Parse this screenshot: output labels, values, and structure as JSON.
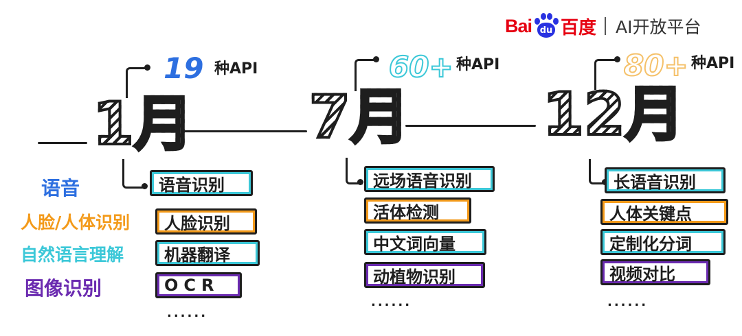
{
  "logo": {
    "bai": "Bai",
    "du": "du",
    "brand": "百度",
    "suffix": "AI开放平台"
  },
  "colors": {
    "blue": "#2d6fe0",
    "orange": "#f39a1a",
    "teal": "#3cc8d8",
    "purple": "#6b2bb0",
    "red": "#e60012",
    "ink": "#1e1e1e"
  },
  "timeline": [
    {
      "month": "1月",
      "api_count": "19",
      "api_label": "种API",
      "items": [
        "语音识别",
        "人脸识别",
        "机器翻译",
        "OCR"
      ],
      "more": "......"
    },
    {
      "month": "7月",
      "api_count": "60+",
      "api_label": "种API",
      "items": [
        "远场语音识别",
        "活体检测",
        "中文词向量",
        "动植物识别"
      ],
      "more": "......"
    },
    {
      "month": "12月",
      "api_count": "80+",
      "api_label": "种API",
      "items": [
        "长语音识别",
        "人体关键点",
        "定制化分词",
        "视频对比"
      ],
      "more": "......"
    }
  ],
  "categories": [
    "语音",
    "人脸/人体识别",
    "自然语言理解",
    "图像识别"
  ]
}
